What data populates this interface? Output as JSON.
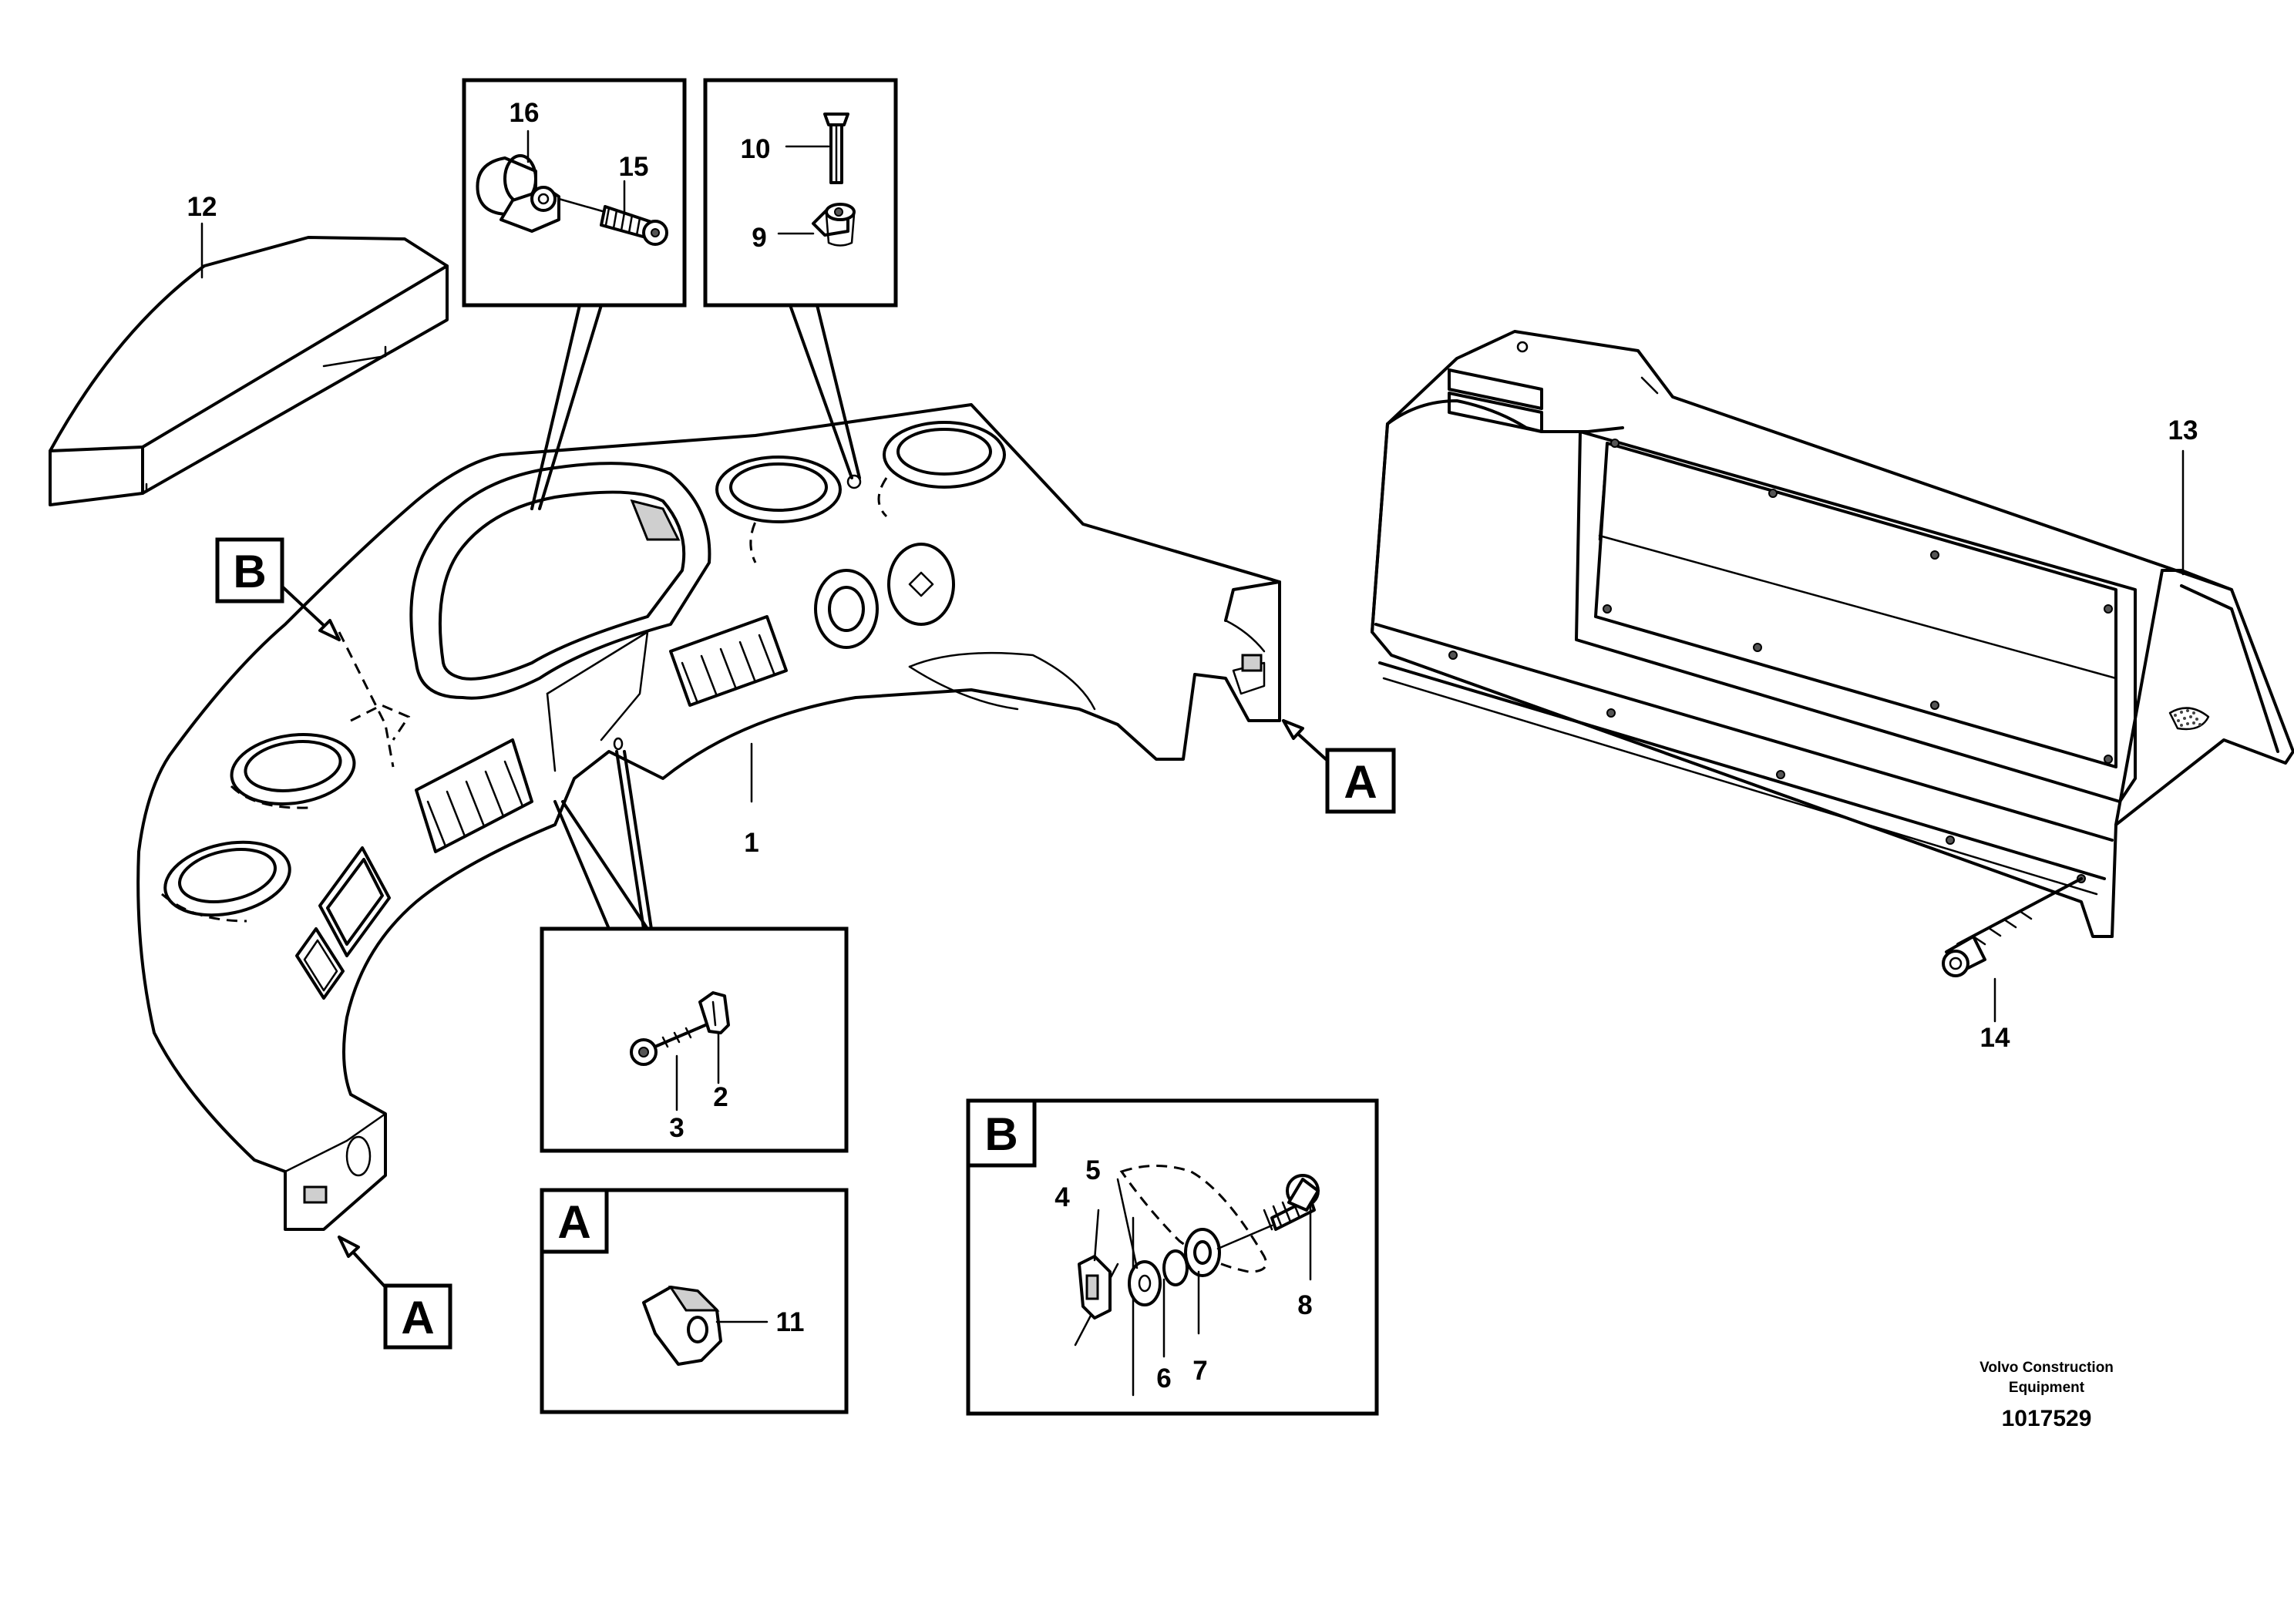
{
  "diagram": {
    "labels": {
      "n1": "1",
      "n2": "2",
      "n3": "3",
      "n4": "4",
      "n5": "5",
      "n6": "6",
      "n7": "7",
      "n8": "8",
      "n9": "9",
      "n10": "10",
      "n11": "11",
      "n12": "12",
      "n13": "13",
      "n14": "14",
      "n15": "15",
      "n16": "16"
    },
    "view_markers": {
      "a_left": "A",
      "a_right": "A",
      "b_main": "B",
      "a_detail": "A",
      "b_detail": "B"
    },
    "footer": {
      "brand_line1": "Volvo Construction",
      "brand_line2": "Equipment",
      "doc_number": "1017529"
    }
  }
}
